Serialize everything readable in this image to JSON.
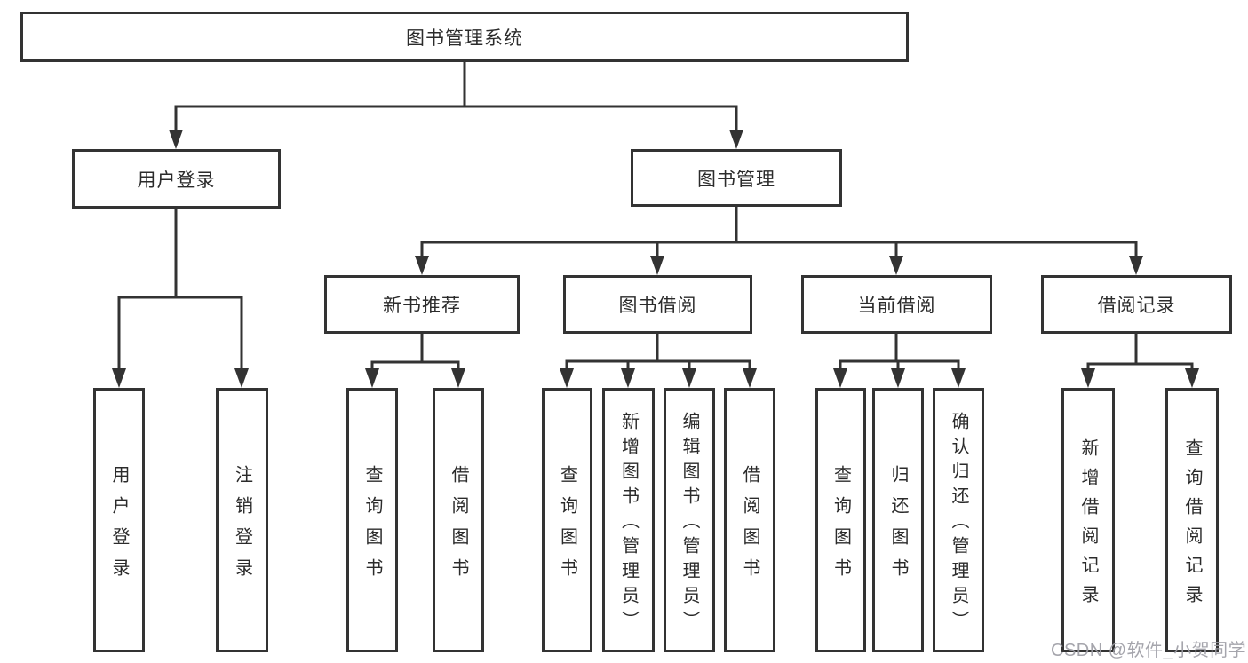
{
  "colors": {
    "background": "#ffffff",
    "line": "#333333",
    "box_border": "#333333",
    "box_fill": "#ffffff",
    "text": "#2b2b2b",
    "watermark": "#9d9da5"
  },
  "watermark": {
    "text": "CSDN @软件_小贺同学"
  },
  "tree": {
    "label": "图书管理系统",
    "children": [
      {
        "label": "用户登录",
        "children": [
          {
            "label": "用户登录"
          },
          {
            "label": "注销登录"
          }
        ]
      },
      {
        "label": "图书管理",
        "children": [
          {
            "label": "新书推荐",
            "children": [
              {
                "label": "查询图书"
              },
              {
                "label": "借阅图书"
              }
            ]
          },
          {
            "label": "图书借阅",
            "children": [
              {
                "label": "查询图书"
              },
              {
                "label": "新增图书（管理员）"
              },
              {
                "label": "编辑图书（管理员）"
              },
              {
                "label": "借阅图书"
              }
            ]
          },
          {
            "label": "当前借阅",
            "children": [
              {
                "label": "查询图书"
              },
              {
                "label": "归还图书"
              },
              {
                "label": "确认归还（管理员）"
              }
            ]
          },
          {
            "label": "借阅记录",
            "children": [
              {
                "label": "新增借阅记录"
              },
              {
                "label": "查询借阅记录"
              }
            ]
          }
        ]
      }
    ]
  }
}
